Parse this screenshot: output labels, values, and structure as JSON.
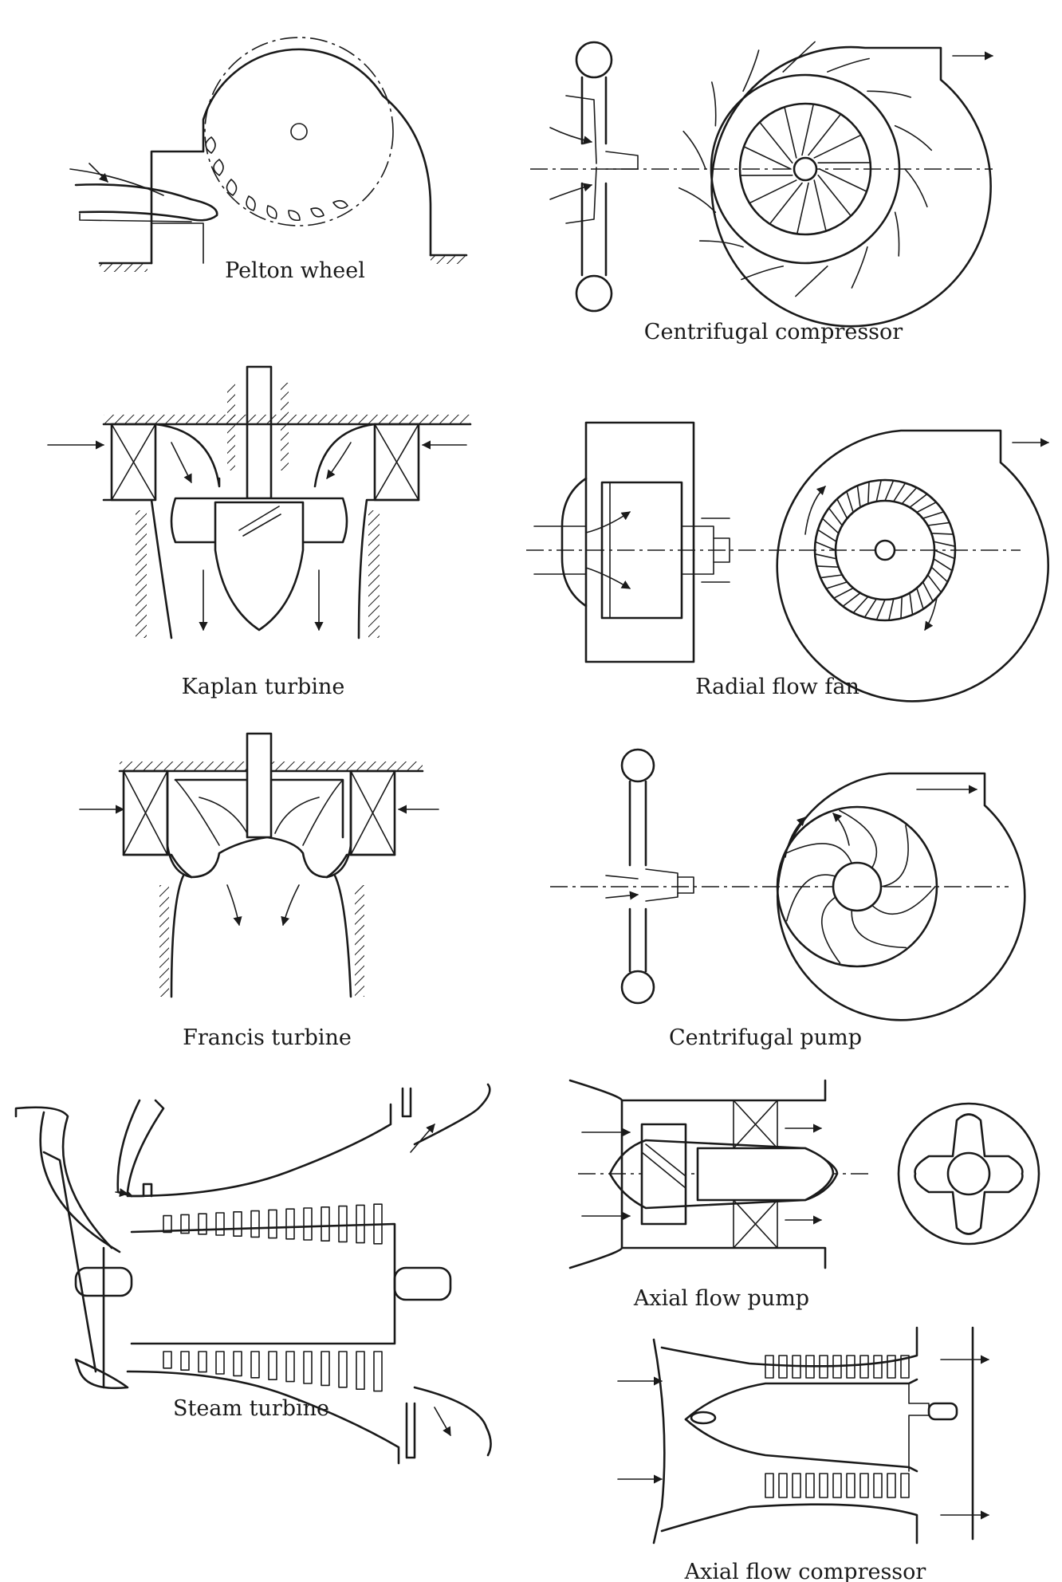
{
  "labels": {
    "pelton": "Pelton wheel",
    "centrifugal_compressor": "Centrifugal compressor",
    "kaplan": "Kaplan turbine",
    "radial_fan": "Radial flow fan",
    "francis": "Francis turbine",
    "centrifugal_pump": "Centrifugal pump",
    "steam": "Steam turbine",
    "axial_pump": "Axial flow pump",
    "axial_compressor": "Axial flow compressor"
  }
}
